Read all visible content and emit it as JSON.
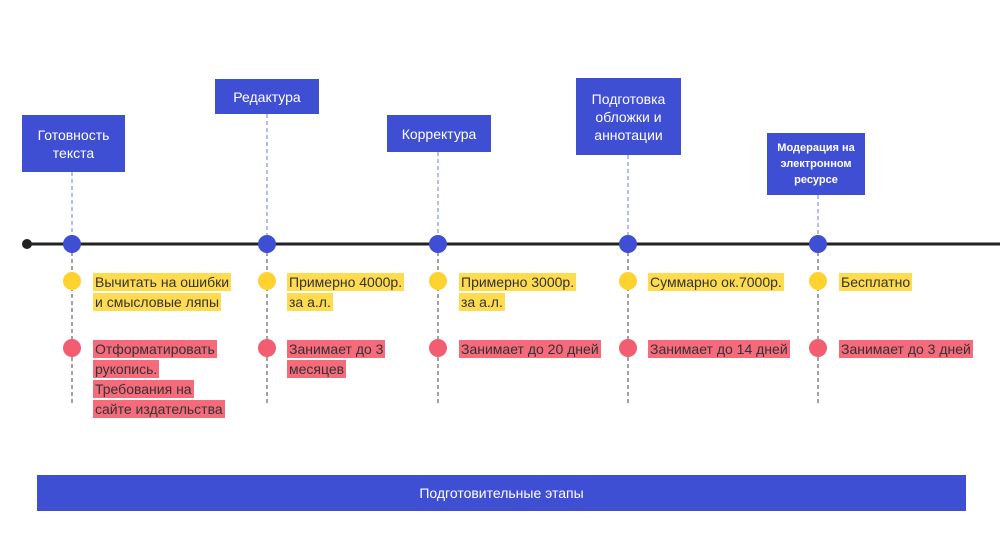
{
  "colors": {
    "label_bg": "#3f4fd3",
    "milestone_dot": "#3f4fd3",
    "cost_dot": "#fed330",
    "time_dot": "#f25d72",
    "cost_highlight": "#fedb4f",
    "time_highlight": "#f66b7b",
    "axis": "#222222"
  },
  "stages": [
    {
      "label": "Готовность\nтекста",
      "cost_note": "Вычитать на ошибки\nи смысловые ляпы",
      "time_note": "Отформатировать\nрукопись.\nТребования на\nсайте издательства"
    },
    {
      "label": "Редактура",
      "cost_note": "Примерно 4000р.\nза а.л.",
      "time_note": "Занимает до 3\nмесяцев"
    },
    {
      "label": "Корректура",
      "cost_note": "Примерно 3000р.\nза а.л.",
      "time_note": "Занимает до 20 дней"
    },
    {
      "label": "Подготовка\nобложки и\nаннотации",
      "cost_note": "Суммарно ок.7000р.",
      "time_note": "Занимает до 14 дней"
    },
    {
      "label": "Модерация на\nэлектронном\nресурсе",
      "cost_note": "Бесплатно",
      "time_note": "Занимает до 3 дней"
    }
  ],
  "bottom_bar": {
    "label": "Подготовительные этапы"
  }
}
